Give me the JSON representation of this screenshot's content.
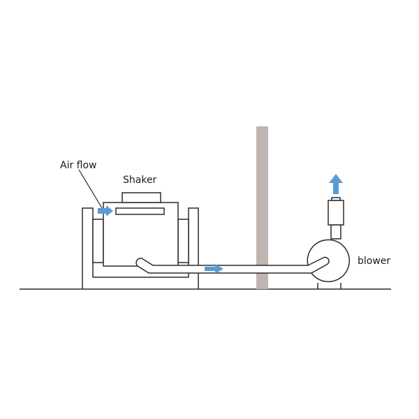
{
  "labels": {
    "air_flow": "Air flow",
    "shaker": "Shaker",
    "blower": "blower"
  },
  "icons": {
    "flow_arrow": "arrow-right",
    "exhaust_arrow": "arrow-up"
  },
  "colors": {
    "line": "#2a2a2a",
    "arrow": "#5b9bd5",
    "wall": "#bfb5b0",
    "background": "#ffffff"
  }
}
